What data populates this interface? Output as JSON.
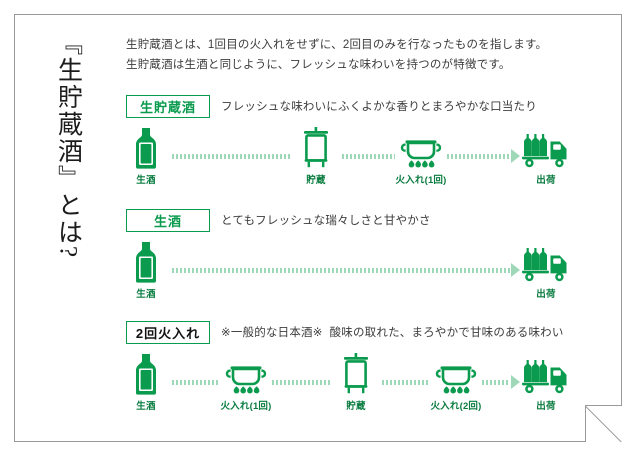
{
  "title_vertical": "『生貯蔵酒』とは?",
  "intro": {
    "line1": "生貯蔵酒とは、1回目の火入れをせずに、2回目のみを行なったものを指します。",
    "line2": "生貯蔵酒は生酒と同じように、フレッシュな味わいを持つのが特徴です。"
  },
  "colors": {
    "green": "#0a9b4e",
    "green_dark": "#0a7c40",
    "line": "#9fd8b8",
    "frame": "#9a9a9a",
    "text": "#3c3c3c"
  },
  "rows": [
    {
      "tag": "生貯蔵酒",
      "tag_style": "green",
      "note": "",
      "description": "フレッシュな味わいにふくよかな香りとまろやかな口当たり",
      "stages": [
        {
          "icon": "bottle-filled-icon",
          "label": "生酒"
        },
        {
          "icon": "storage-tank-icon",
          "label": "貯蔵"
        },
        {
          "icon": "heating-pot-icon",
          "label": "火入れ(1回)"
        },
        {
          "icon": "shipping-truck-icon",
          "label": "出荷"
        }
      ]
    },
    {
      "tag": "生酒",
      "tag_style": "green",
      "note": "",
      "description": "とてもフレッシュな瑞々しさと甘やかさ",
      "stages": [
        {
          "icon": "bottle-filled-icon",
          "label": "生酒"
        },
        {
          "icon": "shipping-truck-icon",
          "label": "出荷"
        }
      ]
    },
    {
      "tag": "2回火入れ",
      "tag_style": "dark",
      "note": "※一般的な日本酒※",
      "description": "酸味の取れた、まろやかで甘味のある味わい",
      "stages": [
        {
          "icon": "bottle-filled-icon",
          "label": "生酒"
        },
        {
          "icon": "heating-pot-icon",
          "label": "火入れ(1回)"
        },
        {
          "icon": "storage-tank-icon",
          "label": "貯蔵"
        },
        {
          "icon": "heating-pot-icon",
          "label": "火入れ(2回)"
        },
        {
          "icon": "shipping-truck-icon",
          "label": "出荷"
        }
      ]
    }
  ]
}
